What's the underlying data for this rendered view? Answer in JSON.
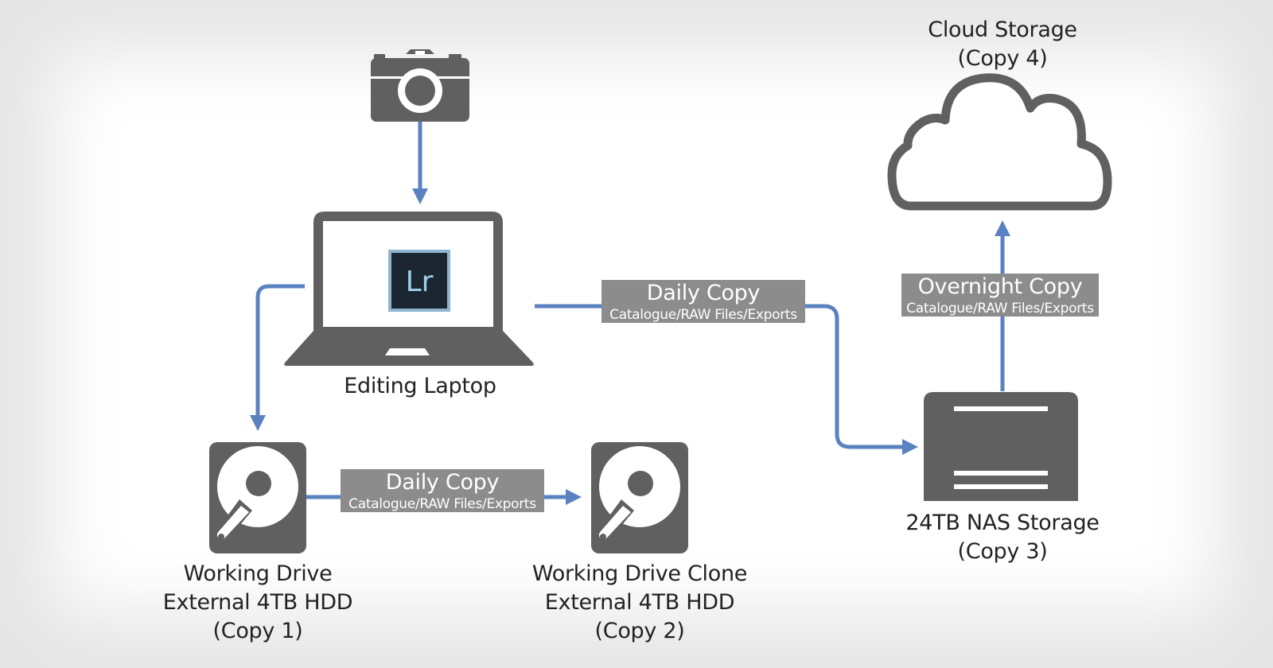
{
  "colors": {
    "icon_gray": "#606060",
    "arrow_blue": "#5b82c0",
    "flow_box_bg": "#8c8c8c",
    "lightroom_bg": "#1b2631",
    "lightroom_accent": "#9ecfe8"
  },
  "nodes": {
    "camera": {
      "icon": "camera-icon"
    },
    "laptop": {
      "icon": "laptop-icon",
      "app_badge": "Lr",
      "label": "Editing Laptop"
    },
    "working_drive": {
      "icon": "hard-drive-icon",
      "lines": [
        "Working Drive",
        "External 4TB HDD",
        "(Copy 1)"
      ]
    },
    "working_drive_clone": {
      "icon": "hard-drive-icon",
      "lines": [
        "Working Drive Clone",
        "External 4TB HDD",
        "(Copy 2)"
      ]
    },
    "nas": {
      "icon": "nas-server-icon",
      "lines": [
        "24TB NAS Storage",
        "(Copy 3)"
      ]
    },
    "cloud": {
      "icon": "cloud-icon",
      "lines": [
        "Cloud Storage",
        "(Copy 4)"
      ]
    }
  },
  "flows": {
    "laptop_to_nas": {
      "title": "Daily Copy",
      "subtitle": "Catalogue/RAW Files/Exports"
    },
    "drive_to_clone": {
      "title": "Daily Copy",
      "subtitle": "Catalogue/RAW Files/Exports"
    },
    "nas_to_cloud": {
      "title": "Overnight Copy",
      "subtitle": "Catalogue/RAW Files/Exports"
    }
  }
}
